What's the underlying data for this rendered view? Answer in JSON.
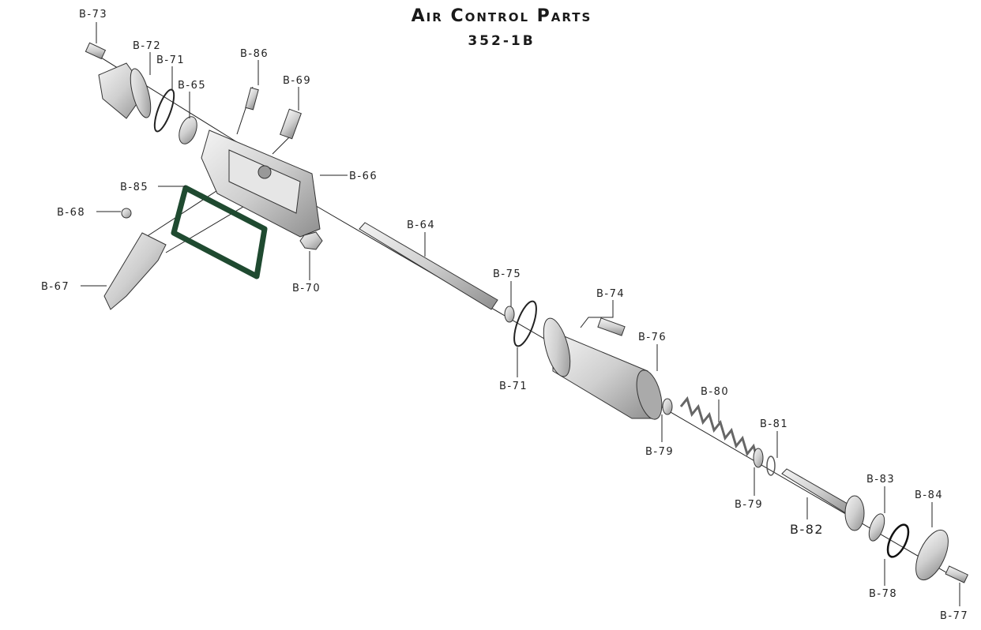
{
  "title": "Air Control Parts",
  "subtitle": "352-1B",
  "labels": {
    "b73": "B-73",
    "b72": "B-72",
    "b71a": "B-71",
    "b65": "B-65",
    "b86": "B-86",
    "b69": "B-69",
    "b66": "B-66",
    "b85": "B-85",
    "b68": "B-68",
    "b67": "B-67",
    "b70": "B-70",
    "b64": "B-64",
    "b75": "B-75",
    "b74": "B-74",
    "b71b": "B-71",
    "b76": "B-76",
    "b80": "B-80",
    "b79a": "B-79",
    "b81": "B-81",
    "b79b": "B-79",
    "b82": "B-82",
    "b83": "B-83",
    "b84": "B-84",
    "b78": "B-78",
    "b77": "B-77"
  },
  "colors": {
    "gasket": "#1f4a30",
    "metal": "#c8c8c8"
  }
}
